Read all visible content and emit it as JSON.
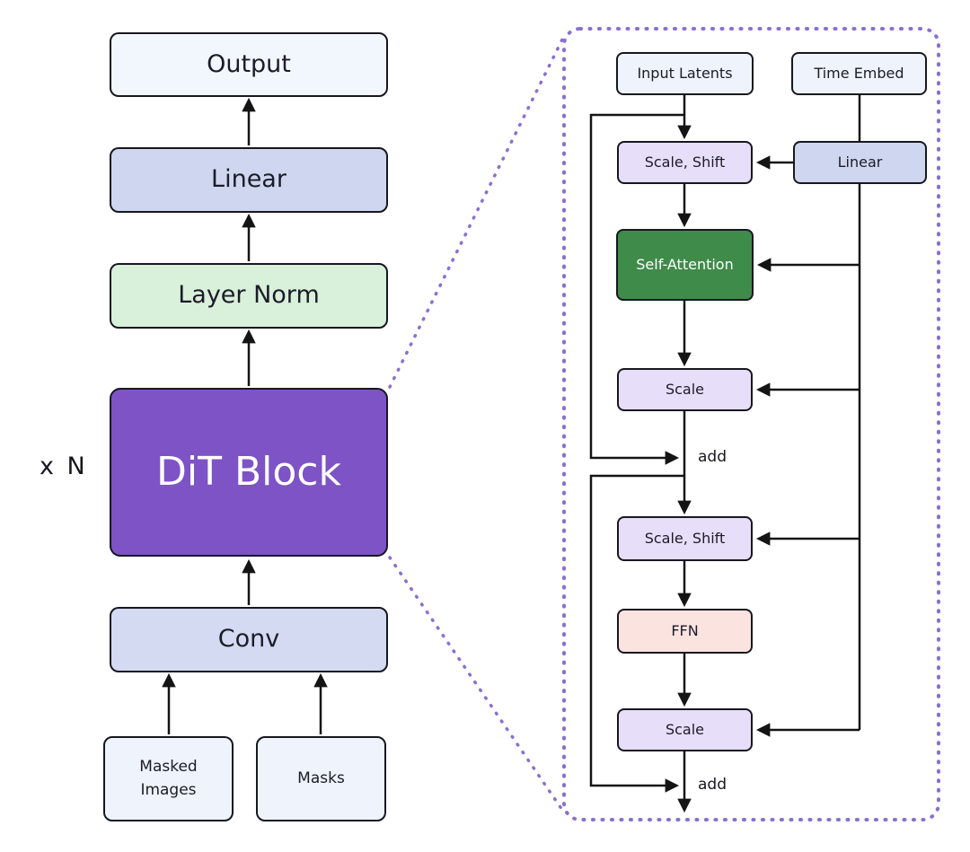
{
  "left_pipeline": {
    "repeat_label": "x N",
    "nodes": {
      "output": "Output",
      "linear": "Linear",
      "layer_norm": "Layer Norm",
      "dit_block": "DiT Block",
      "conv": "Conv",
      "masked_images": "Masked Images",
      "masks": "Masks"
    }
  },
  "dit_detail": {
    "nodes": {
      "input_latents": "Input Latents",
      "time_embed": "Time Embed",
      "linear": "Linear",
      "scale_shift_1": "Scale, Shift",
      "self_attention": "Self-Attention",
      "scale_1": "Scale",
      "add_1": "add",
      "scale_shift_2": "Scale, Shift",
      "ffn": "FFN",
      "scale_2": "Scale",
      "add_2": "add"
    }
  },
  "colors": {
    "node_border": "#17171f",
    "line": "#141414",
    "pale_blue_fill": "#eef3fc",
    "periwinkle_fill": "#cfd7f0",
    "light_green_fill": "#d9f0da",
    "purple_fill": "#7d53c6",
    "light_purple_fill": "#e7def9",
    "green_fill": "#3f8b4a",
    "pink_fill": "#fbe3e0",
    "dashed_purple": "#8a6fd0",
    "text_dark": "#1c1c28",
    "text_light": "#ffffff"
  }
}
